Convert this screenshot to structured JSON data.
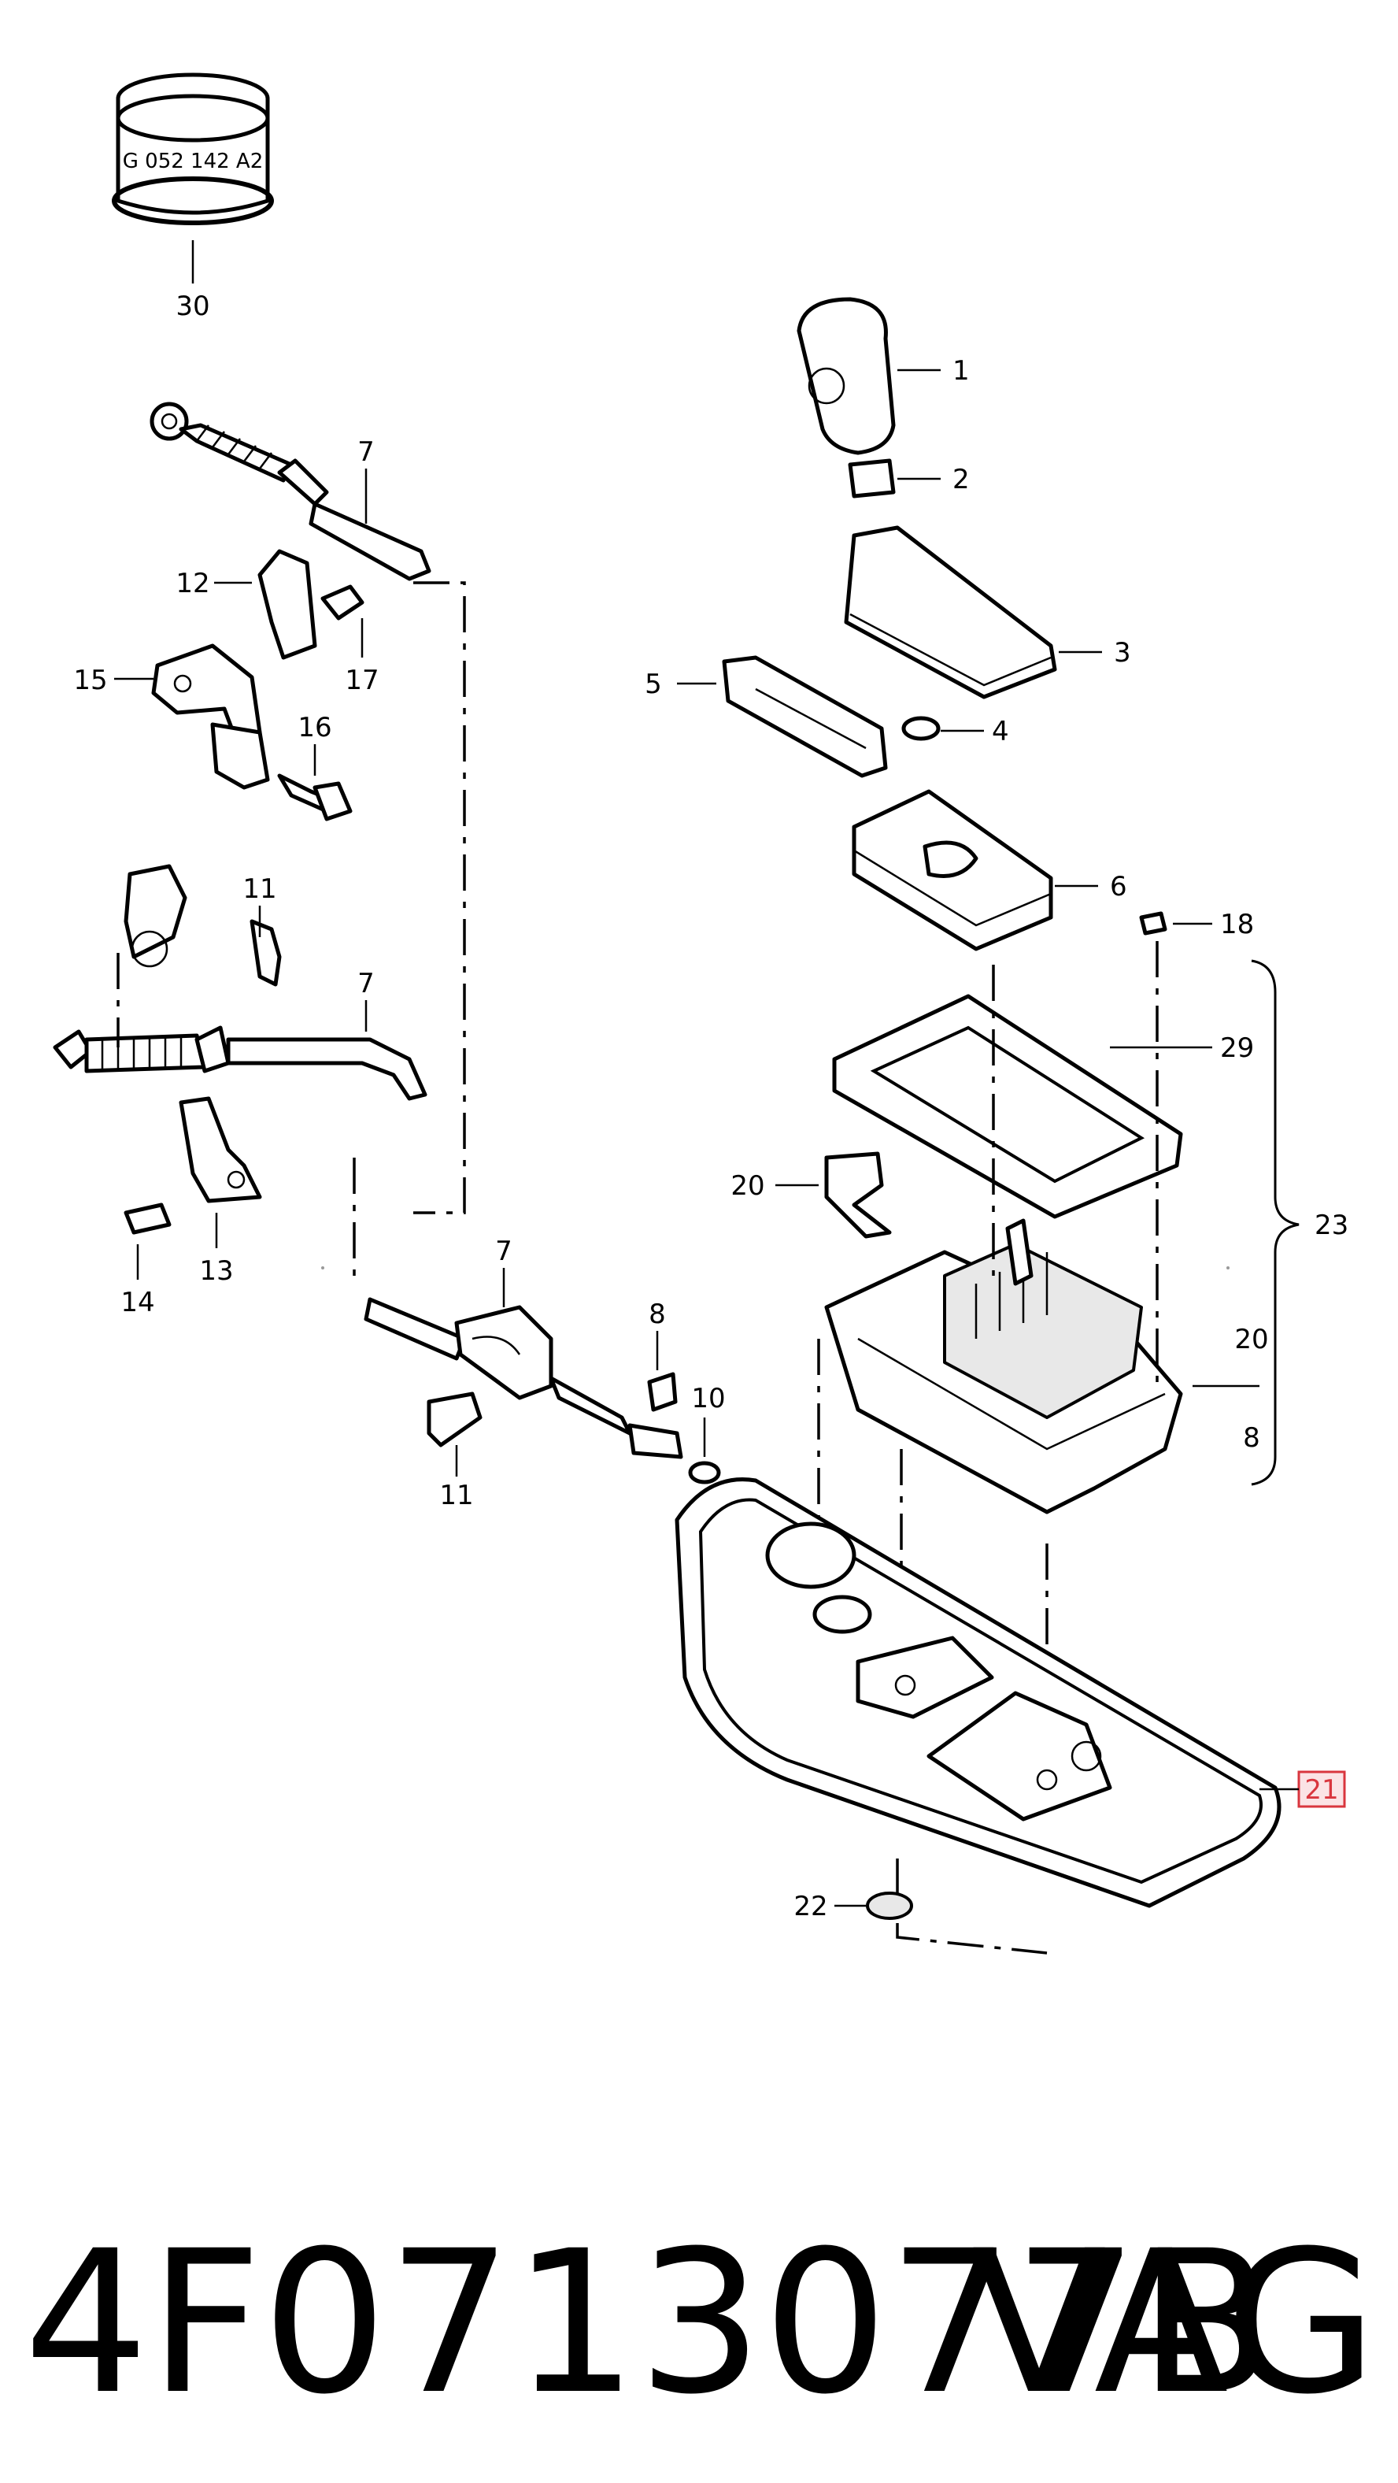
{
  "diagram": {
    "callouts": [
      "1",
      "2",
      "3",
      "4",
      "5",
      "6",
      "7",
      "8",
      "10",
      "11",
      "12",
      "13",
      "14",
      "15",
      "16",
      "17",
      "18",
      "20",
      "21",
      "22",
      "23",
      "29",
      "30"
    ],
    "sealant_label": "G 052 142 A2",
    "bracket_subitems": [
      "23",
      "20",
      "8"
    ],
    "highlighted_callout": "21",
    "highlight_color": "#d9363e"
  },
  "footer": {
    "part_number": "4F0713077B",
    "brand": "VAG"
  }
}
